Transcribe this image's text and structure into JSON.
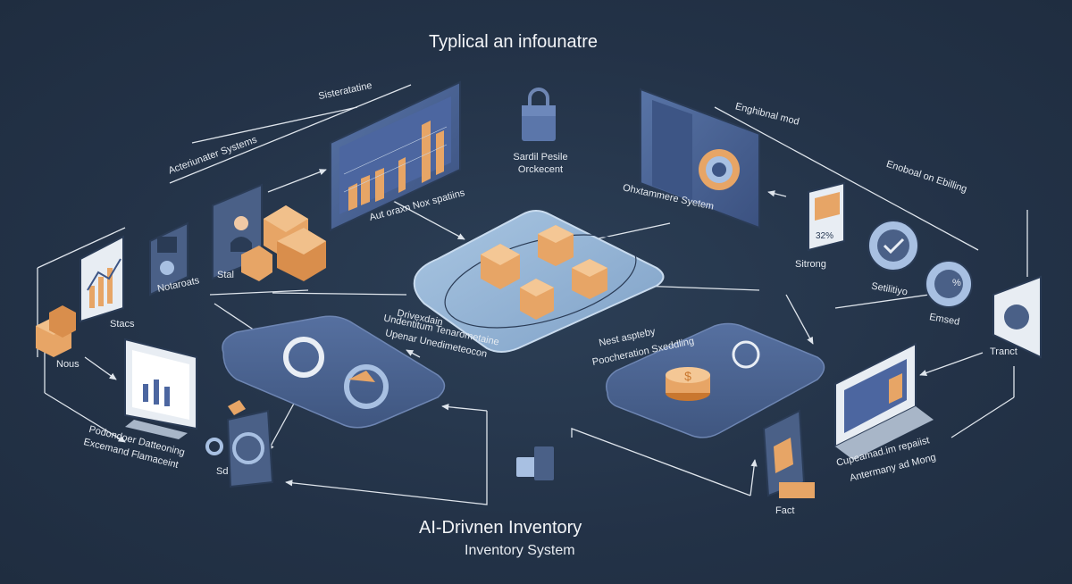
{
  "title_top": "Typlical an infounatre",
  "title_bottom_line1": "AI-Drivnen Inventory",
  "title_bottom_line2": "Inventory System",
  "colors": {
    "background": "#253549",
    "panel": "#4a6087",
    "accent": "#e7a566",
    "line": "#dfe5ec"
  },
  "labels": {
    "sisteratatine": "Sisteratatine",
    "acte_system": "Acteriunater Systems",
    "sardil_line1": "Sardil Pesile",
    "sardil_line2": "Orckecent",
    "enghibnal": "Enghibnal mod",
    "enoboal": "Enoboal on Ebilling",
    "aut_oraxn": "Aut oraxn Nox spatiins",
    "ohxtas": "Ohxtammere Syetem",
    "stal": "Stal",
    "notaroats": "Notaroats",
    "stacs": "Stacs",
    "nous": "Nous",
    "dri_line1": "Drivexdain",
    "dri_line2": "Undentitum Tenarometaine",
    "dri_line3": "Upenar Unedimeteocon",
    "nest_line1": "Nest aspteby",
    "nest_line2": "Poocheration Sxeddling",
    "sitrong": "Sitrong",
    "setilitiyo": "Setilitiyo",
    "ensed": "Emsed",
    "trant": "Tranct",
    "podonder_line1": "Podondoer Datteoning",
    "podonder_line2": "Excemand Flamaceint",
    "sd": "Sd",
    "fact": "Fact",
    "cupp_line1": "Cupeamad.im repaiist",
    "cupp_line2": "Antermany ad Mong",
    "gauge_pct": "32%",
    "tag_percent": "%"
  }
}
